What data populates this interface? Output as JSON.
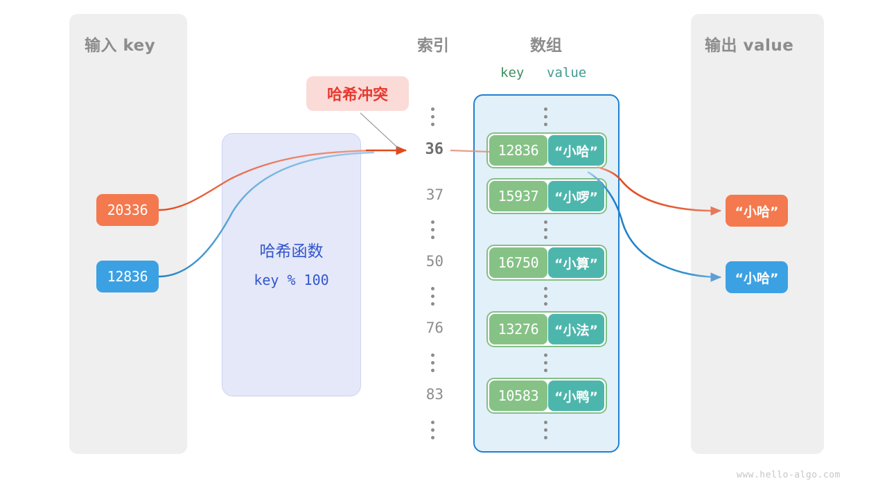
{
  "watermark": "www.hello-algo.com",
  "panels": {
    "input": {
      "title": "输入 key"
    },
    "output": {
      "title": "输出 value"
    }
  },
  "headers": {
    "index": "索引",
    "array": "数组",
    "key": "key",
    "value": "value"
  },
  "hash_function": {
    "title": "哈希函数",
    "formula": "key % 100"
  },
  "collision_badge": {
    "label": "哈希冲突"
  },
  "input_keys": [
    {
      "label": "20336",
      "color": "#f4794e"
    },
    {
      "label": "12836",
      "color": "#3ba1e3"
    }
  ],
  "output_values": [
    {
      "label": "“小哈”",
      "color": "#f4794e"
    },
    {
      "label": "“小哈”",
      "color": "#3ba1e3"
    }
  ],
  "index_column": [
    {
      "type": "dots"
    },
    {
      "type": "index",
      "label": "36",
      "highlight": true
    },
    {
      "type": "index",
      "label": "37",
      "highlight": false
    },
    {
      "type": "dots"
    },
    {
      "type": "index",
      "label": "50",
      "highlight": false
    },
    {
      "type": "dots"
    },
    {
      "type": "index",
      "label": "76",
      "highlight": false
    },
    {
      "type": "dots"
    },
    {
      "type": "index",
      "label": "83",
      "highlight": false
    },
    {
      "type": "dots"
    }
  ],
  "buckets": [
    {
      "key": "12836",
      "value": "“小哈”"
    },
    {
      "key": "15937",
      "value": "“小啰”"
    },
    {
      "key": "16750",
      "value": "“小算”"
    },
    {
      "key": "13276",
      "value": "“小法”"
    },
    {
      "key": "10583",
      "value": "“小鸭”"
    }
  ],
  "colors": {
    "key_cell": "#86c286",
    "value_cell": "#4db6ac",
    "array_bg": "#e2f0fa",
    "array_border": "#1f7fd0",
    "panel_bg": "#efefef",
    "hash_bg": "#e4e8f8",
    "hash_text": "#3355cc",
    "badge_bg": "#fadbd8",
    "badge_text": "#e8392f",
    "orange": "#f4794e",
    "blue": "#3ba1e3",
    "muted_text": "#8c8c8c"
  }
}
